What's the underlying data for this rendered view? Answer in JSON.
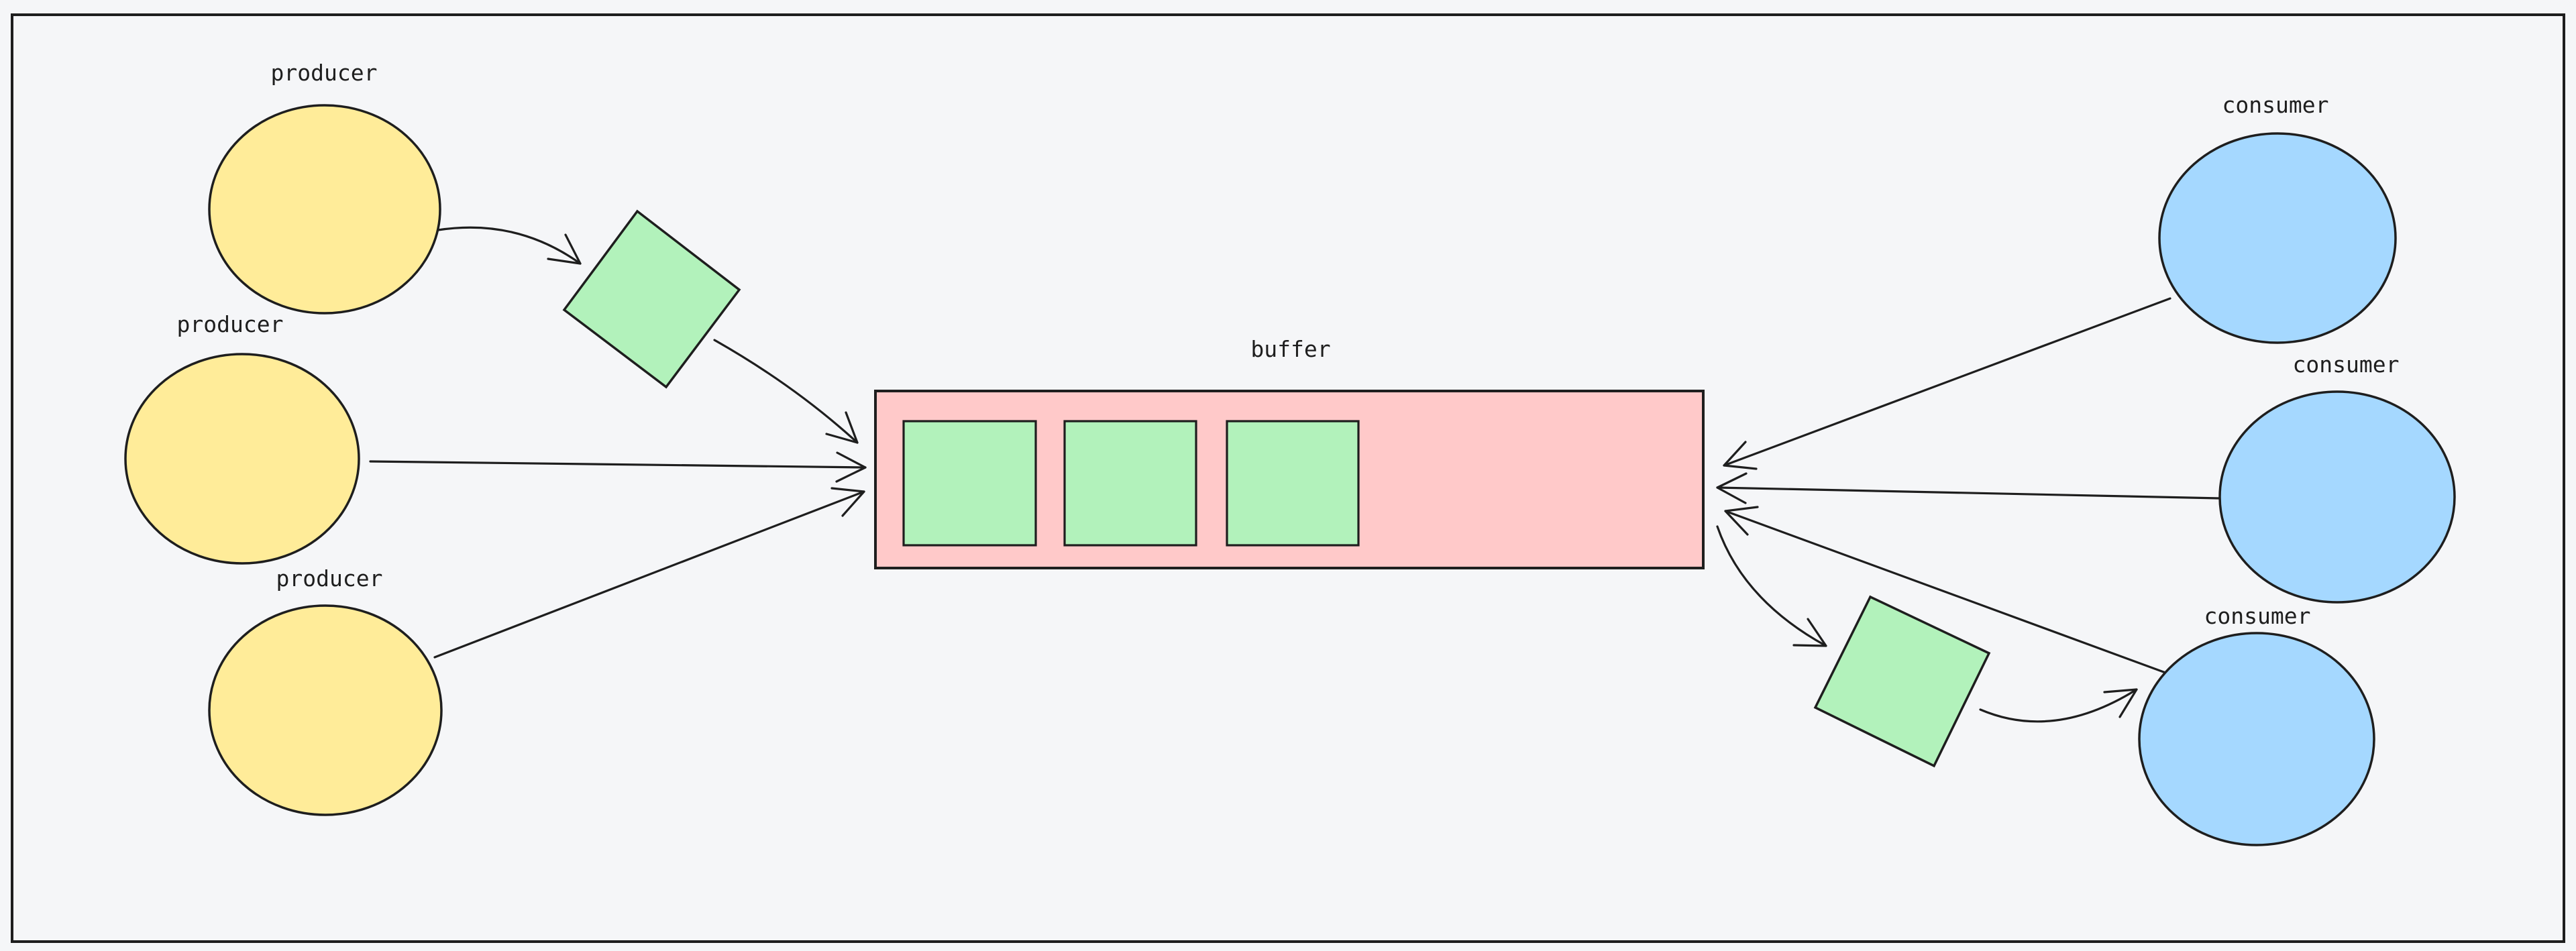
{
  "diagram": {
    "background_color": "#f5f6f8",
    "stroke_color": "#1e1e1e"
  },
  "producers": [
    {
      "label": "producer"
    },
    {
      "label": "producer"
    },
    {
      "label": "producer"
    }
  ],
  "consumers": [
    {
      "label": "consumer"
    },
    {
      "label": "consumer"
    },
    {
      "label": "consumer"
    }
  ],
  "buffer": {
    "label": "buffer",
    "filled_slots": 3
  },
  "items_in_transit": {
    "count": 2
  },
  "colors": {
    "producer_fill": "#ffec99",
    "consumer_fill": "#a5d8ff",
    "buffer_fill": "#ffc9c9",
    "item_fill": "#b2f2bb"
  }
}
